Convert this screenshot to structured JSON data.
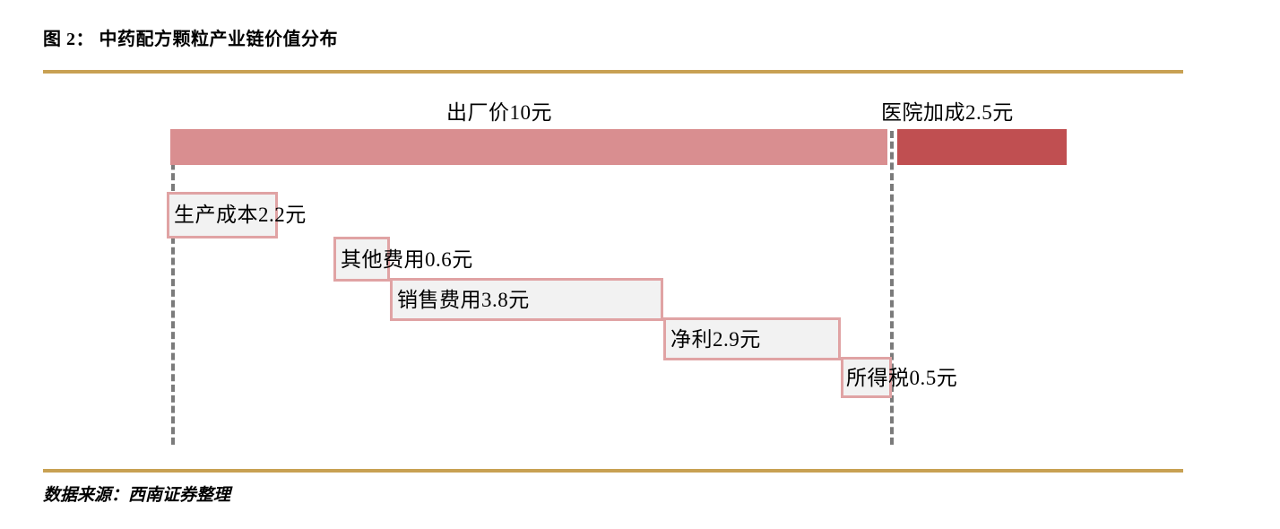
{
  "figure": {
    "title": "图 2： 中药配方颗粒产业链价值分布",
    "source": "数据来源：西南证券整理",
    "rule_color": "#c8a153"
  },
  "chart_data": {
    "type": "bar",
    "subtype": "waterfall",
    "title": "中药配方颗粒产业链价值分布",
    "unit": "元",
    "xlabel": "",
    "ylabel": "",
    "xlim": [
      0,
      12.5
    ],
    "grid": false,
    "legend": "none",
    "axis_markers": [
      {
        "name": "chain-start",
        "value": 0,
        "style": "dashed",
        "color": "#7b7b7b"
      },
      {
        "name": "factory-price-end",
        "value": 10,
        "style": "dashed",
        "color": "#7b7b7b"
      }
    ],
    "totals": [
      {
        "label": "出厂价10元",
        "name": "出厂价",
        "value": 10,
        "start": 0,
        "end": 10,
        "color": "#d98e90"
      },
      {
        "label": "医院加成2.5元",
        "name": "医院加成",
        "value": 2.5,
        "start": 10,
        "end": 12.5,
        "color": "#c04f51"
      }
    ],
    "categories": [
      "生产成本",
      "其他费用",
      "销售费用",
      "净利",
      "所得税"
    ],
    "values": [
      2.2,
      0.6,
      3.8,
      2.9,
      0.5
    ],
    "steps": [
      {
        "label": "生产成本2.2元",
        "name": "生产成本",
        "value": 2.2,
        "start": 0.0,
        "end": 2.2
      },
      {
        "label": "其他费用0.6元",
        "name": "其他费用",
        "value": 0.6,
        "start": 2.2,
        "end": 2.8
      },
      {
        "label": "销售费用3.8元",
        "name": "销售费用",
        "value": 3.8,
        "start": 2.8,
        "end": 6.6
      },
      {
        "label": "净利2.9元",
        "name": "净利",
        "value": 2.9,
        "start": 6.6,
        "end": 9.5
      },
      {
        "label": "所得税0.5元",
        "name": "所得税",
        "value": 0.5,
        "start": 9.5,
        "end": 10.0
      }
    ],
    "box_fill": "#f2f2f2",
    "box_border": "#e0a3a4"
  }
}
